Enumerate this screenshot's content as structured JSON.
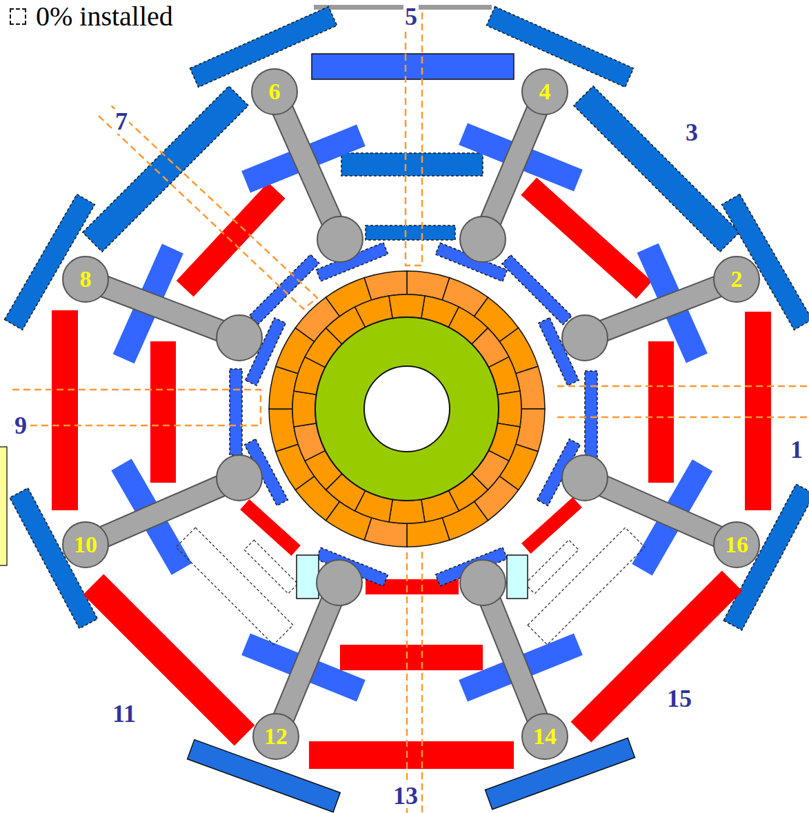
{
  "diagram": {
    "nodes": [
      {
        "text": [
          "6"
        ]
      },
      {
        "text": [
          "4"
        ]
      },
      {
        "text": [
          "8"
        ]
      },
      {
        "text": [
          "2"
        ]
      },
      {
        "text": [
          "10"
        ]
      },
      {
        "text": [
          "16"
        ]
      },
      {
        "text": [
          "12"
        ]
      },
      {
        "text": [
          "14"
        ]
      }
    ],
    "labels": [
      "5",
      "7",
      "3",
      "9",
      "1",
      "15",
      "11",
      "13"
    ],
    "legend": [
      {
        "text": "0% installed"
      }
    ]
  }
}
